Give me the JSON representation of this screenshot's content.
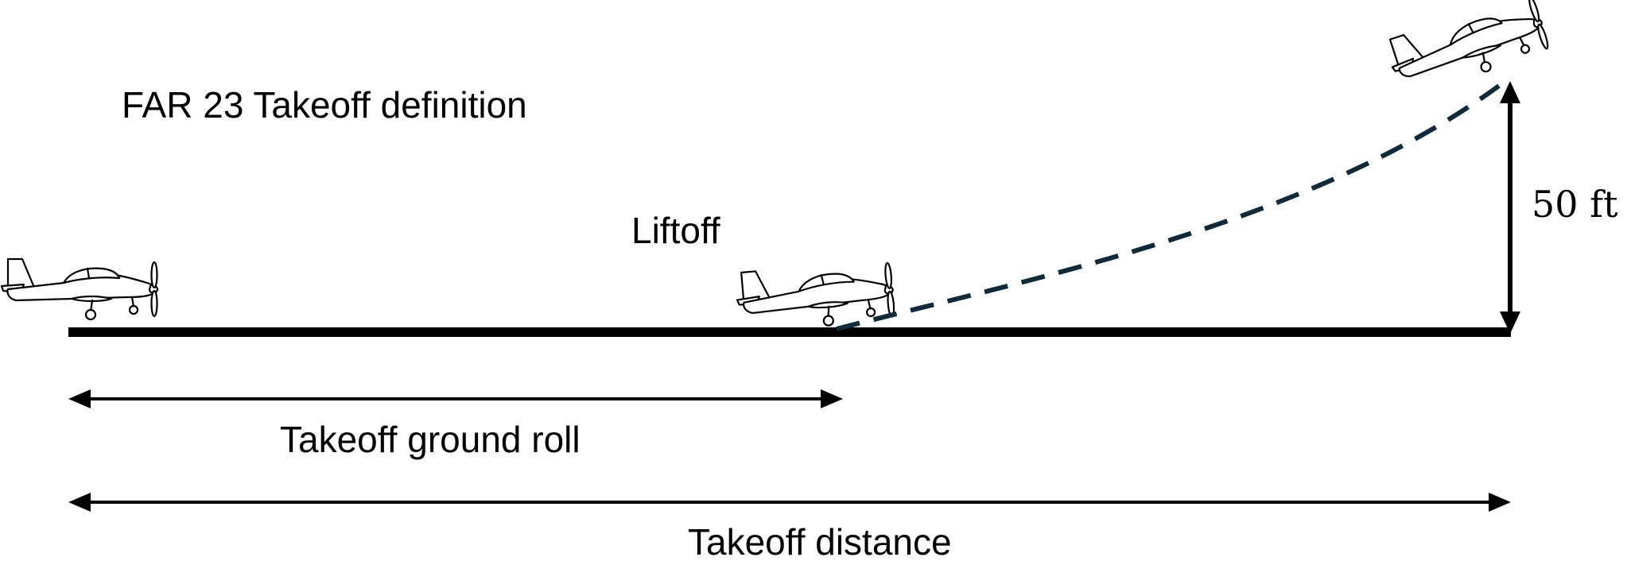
{
  "title": "FAR 23 Takeoff definition",
  "labels": {
    "liftoff": "Liftoff",
    "height": "50 ft",
    "ground_roll": "Takeoff ground roll",
    "distance": "Takeoff distance"
  },
  "colors": {
    "ground": "#000000",
    "flight_path": "#0f2a3a",
    "arrows": "#000000"
  },
  "icons": [
    "airplane-icon",
    "airplane-icon",
    "airplane-icon"
  ]
}
